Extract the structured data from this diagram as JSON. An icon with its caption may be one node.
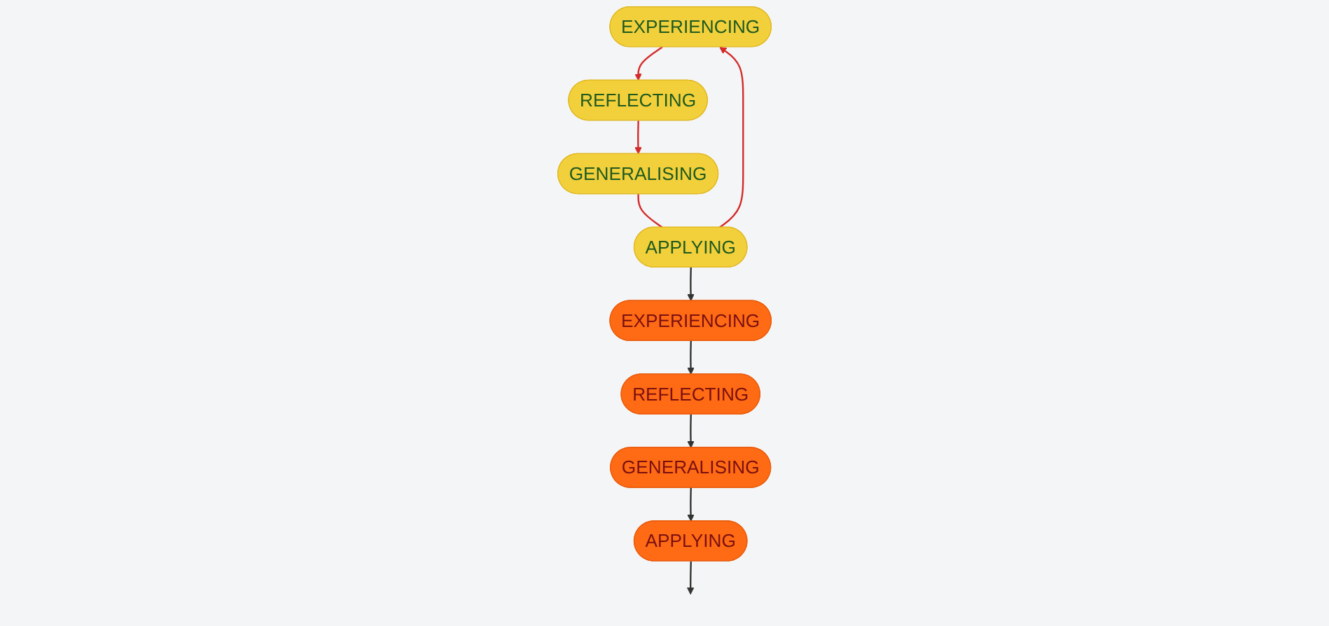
{
  "diagram": {
    "nodes": [
      {
        "text": [
          "EXPERIENCING"
        ]
      },
      {
        "text": [
          "EXPERIENCING"
        ]
      },
      {
        "text": [
          "APPLYING"
        ]
      },
      {
        "text": [
          "REFLECTING"
        ]
      },
      {
        "text": [
          "APPLYING"
        ]
      },
      {
        "text": [
          "REFLECTING"
        ]
      },
      {
        "text": [
          "GENERALISING"
        ]
      },
      {
        "text": [
          "GENERALISING"
        ]
      }
    ],
    "edges": [
      {
        "from": 0,
        "to": 3,
        "arrow": "to",
        "color": "#d42a2a"
      },
      {
        "from": 3,
        "to": 6,
        "arrow": "to",
        "color": "#d42a2a"
      },
      {
        "from": 6,
        "to": 2,
        "arrow": "none",
        "color": "#d42a2a"
      },
      {
        "from": 2,
        "to": 0,
        "arrow": "to",
        "color": "#d42a2a"
      },
      {
        "from": 2,
        "to": 1,
        "arrow": "to"
      },
      {
        "from": 1,
        "to": 5,
        "arrow": "to"
      },
      {
        "from": 5,
        "to": 7,
        "arrow": "to"
      },
      {
        "from": 7,
        "to": 4,
        "arrow": "to"
      },
      {
        "from": 4,
        "to": null,
        "arrow": "to"
      }
    ]
  }
}
